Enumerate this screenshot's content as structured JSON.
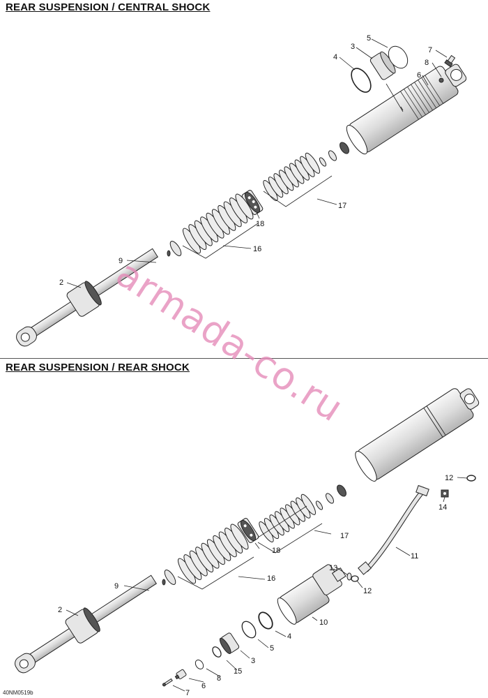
{
  "titles": {
    "central": "REAR SUSPENSION / CENTRAL SHOCK",
    "rear": "REAR SUSPENSION / REAR SHOCK"
  },
  "watermark": "armada-co.ru",
  "drawing_code": "40NM0519b",
  "central_labels": {
    "p2": "2",
    "p3": "3",
    "p4": "4",
    "p5": "5",
    "p6": "6",
    "p7": "7",
    "p8": "8",
    "p9": "9",
    "p16": "16",
    "p17": "17",
    "p18": "18"
  },
  "rear_labels": {
    "p2": "2",
    "p3": "3",
    "p4": "4",
    "p5": "5",
    "p6": "6",
    "p7": "7",
    "p8": "8",
    "p9": "9",
    "p10": "10",
    "p11": "11",
    "p12a": "12",
    "p12b": "12",
    "p13": "13",
    "p14": "14",
    "p15": "15",
    "p16": "16",
    "p17": "17",
    "p18": "18"
  }
}
